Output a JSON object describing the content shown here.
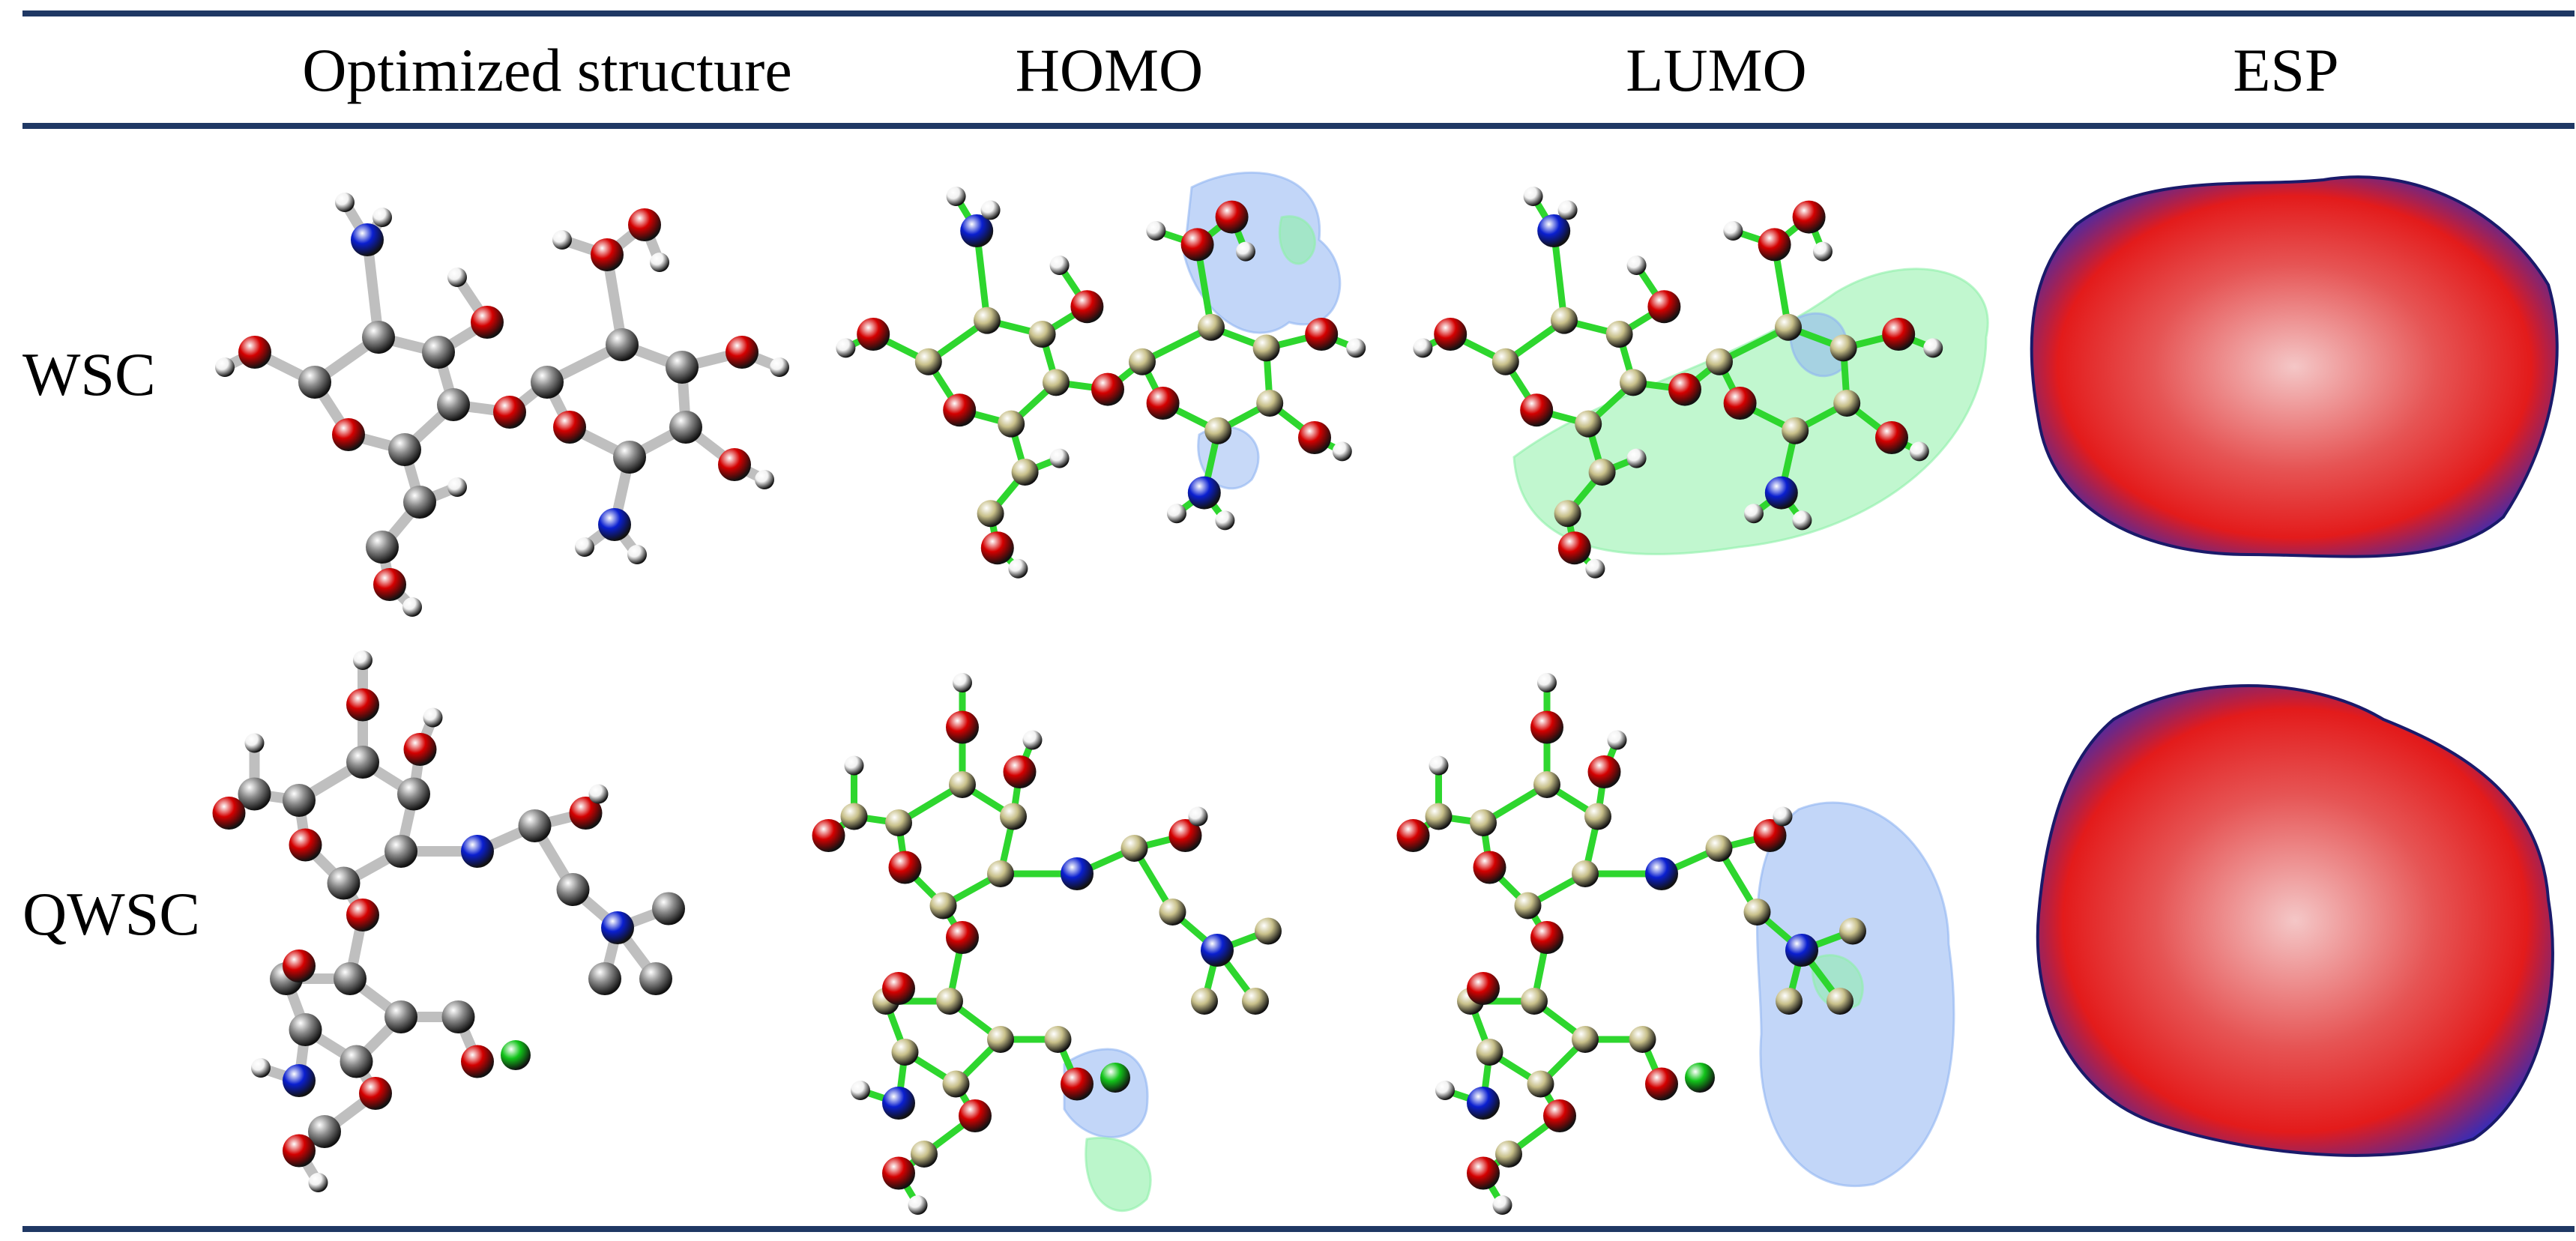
{
  "table": {
    "column_headers": [
      "Optimized structure",
      "HOMO",
      "LUMO",
      "ESP"
    ],
    "row_headers": [
      "WSC",
      "QWSC"
    ]
  },
  "colors": {
    "rule": "#1f3864",
    "carbon_grey": "#8a8a8a",
    "oxygen_red": "#d40000",
    "nitrogen_blue": "#0a1fd0",
    "chlorine_green": "#12c41a",
    "hydrogen_white": "#f2f2f2",
    "bond_green": "#2ed62e",
    "atom_tan": "#c8c08a",
    "orbital_blue": "#8fb4f2",
    "orbital_green": "#8ef0a8",
    "esp_negative_red": "#e31b1b",
    "esp_positive_blue": "#1a2fd1"
  }
}
